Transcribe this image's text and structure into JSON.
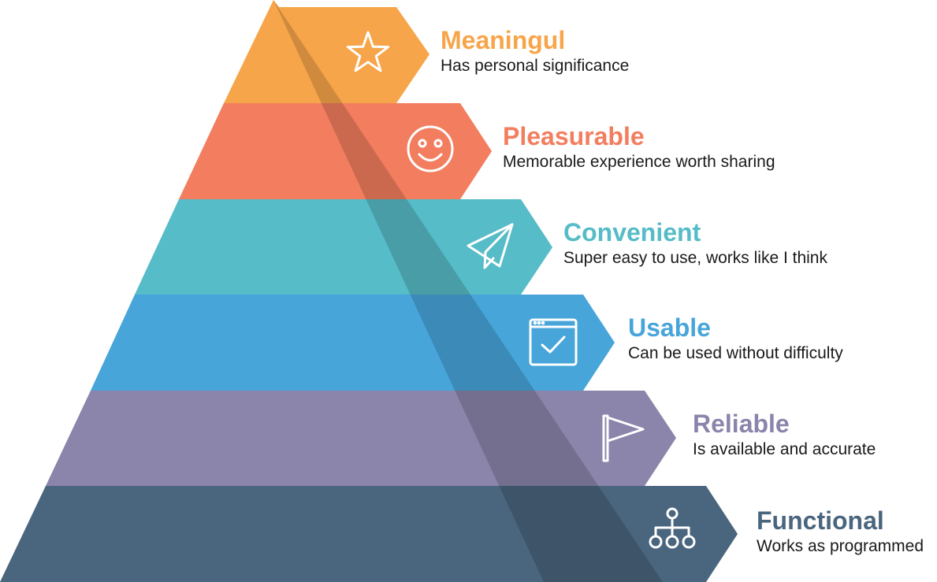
{
  "diagram": {
    "type": "pyramid",
    "levels": [
      {
        "title": "Meaningul",
        "description": "Has personal significance",
        "icon": "star-icon",
        "color": "#F7A54A"
      },
      {
        "title": "Pleasurable",
        "description": "Memorable experience worth sharing",
        "icon": "smiley-icon",
        "color": "#F27E5F"
      },
      {
        "title": "Convenient",
        "description": "Super easy to use, works like I think",
        "icon": "paper-plane-icon",
        "color": "#56BCC7"
      },
      {
        "title": "Usable",
        "description": "Can be used without difficulty",
        "icon": "browser-check-icon",
        "color": "#47A5DA"
      },
      {
        "title": "Reliable",
        "description": "Is available and accurate",
        "icon": "flag-icon",
        "color": "#8B84AB"
      },
      {
        "title": "Functional",
        "description": "Works as programmed",
        "icon": "hierarchy-icon",
        "color": "#4A657E"
      }
    ]
  }
}
